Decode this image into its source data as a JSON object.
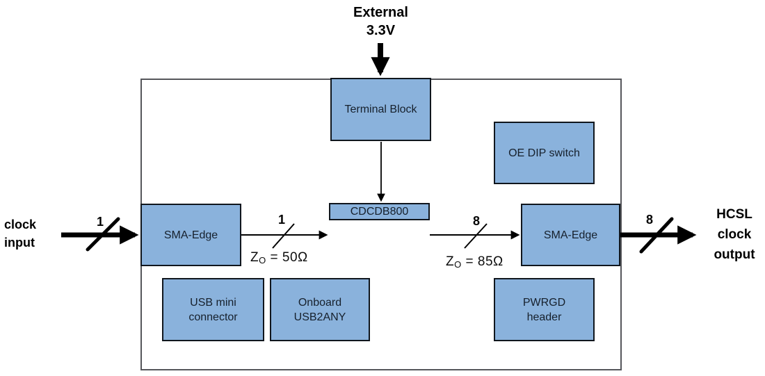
{
  "blocks": {
    "terminal_block": "Terminal Block",
    "oe_dip_switch": "OE DIP switch",
    "sma_edge_in": "SMA-Edge",
    "cdcdb800": "CDCDB800",
    "sma_edge_out": "SMA-Edge",
    "usb_mini": {
      "line1": "USB mini",
      "line2": "connector"
    },
    "usb2any": {
      "line1": "Onboard",
      "line2": "USB2ANY"
    },
    "pwrgd": {
      "line1": "PWRGD",
      "line2": "header"
    }
  },
  "labels": {
    "external_supply": {
      "line1": "External",
      "line2": "3.3V"
    },
    "clock_input": {
      "line1": "clock",
      "line2": "input"
    },
    "hcsl_output": {
      "line1": "HCSL",
      "line2": "clock",
      "line3": "output"
    },
    "bus_width_clock_input": "1",
    "bus_width_sma_to_cdc": "1",
    "bus_width_cdc_to_sma": "8",
    "bus_width_clock_output": "8",
    "impedance_in": {
      "base": "Z",
      "sub": "O",
      "rest": " = 50Ω"
    },
    "impedance_out": {
      "base": "Z",
      "sub": "O",
      "rest": " = 85Ω"
    }
  },
  "colors": {
    "block_fill": "#8ab2dc",
    "block_border": "#10161d",
    "board_border": "#55565a",
    "arrow": "#000000",
    "block_text": "#16202c"
  }
}
